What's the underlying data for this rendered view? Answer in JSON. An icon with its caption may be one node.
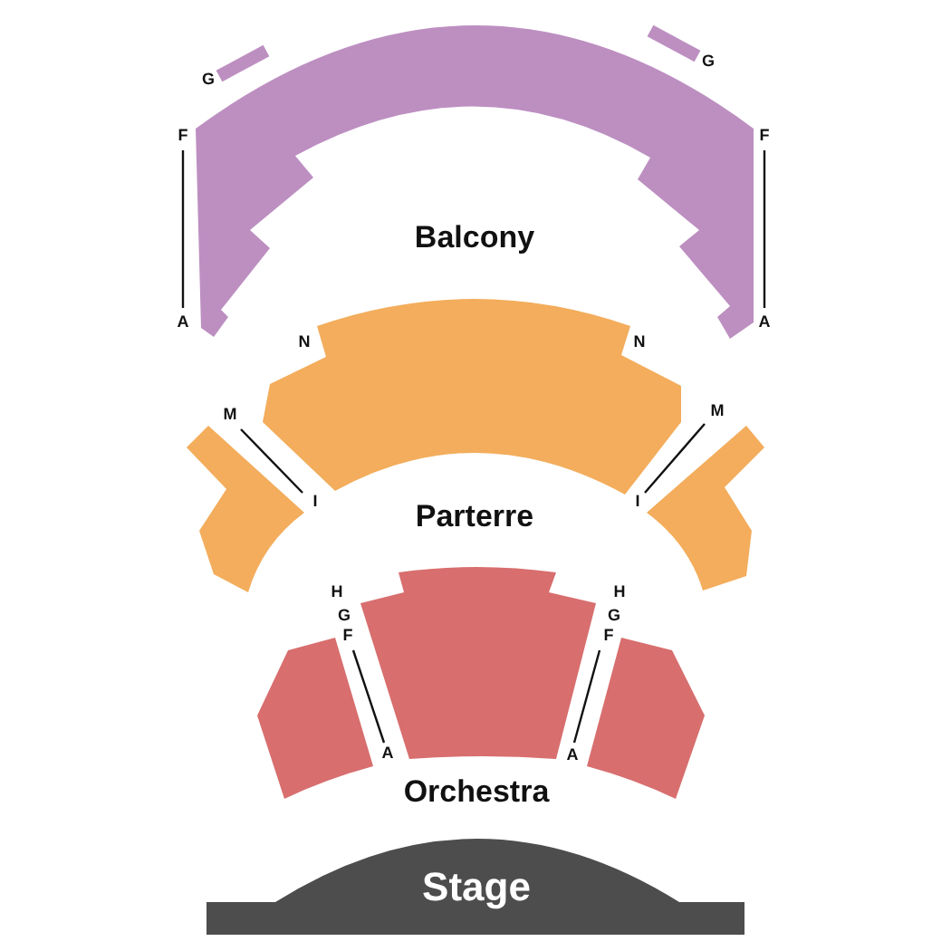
{
  "diagram": {
    "nodes": [
      {
        "text": [],
        "shape": "bar"
      },
      {
        "text": [],
        "shape": "bar"
      },
      {
        "text": [
          "Balcony"
        ]
      },
      {
        "text": [
          "Parterre"
        ]
      },
      {
        "text": [],
        "shape": "box"
      },
      {
        "text": [],
        "shape": "box"
      },
      {
        "text": [],
        "shape": "box"
      },
      {
        "text": [
          "Orchestra"
        ]
      },
      {
        "text": [],
        "shape": "box"
      },
      {
        "text": [
          "Stage"
        ]
      }
    ],
    "labels": [
      "G",
      "G",
      "F",
      "F",
      "A",
      "A",
      "N",
      "N",
      "M",
      "M",
      "I",
      "I",
      "H",
      "H",
      "G",
      "G",
      "F",
      "F",
      "A",
      "A"
    ]
  }
}
